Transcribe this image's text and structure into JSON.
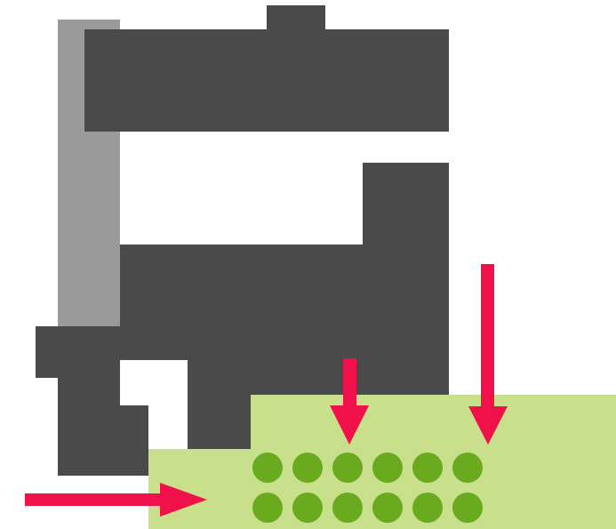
{
  "diagram": {
    "colors": {
      "background": "#ffffff",
      "machine_body": "#4a4a4a",
      "support_column": "#9a9a9a",
      "material_block": "#c8df8b",
      "particle": "#6aaa1e",
      "arrow": "#f0104a"
    },
    "particle_grid": {
      "rows": 2,
      "columns": 6
    },
    "arrows": [
      {
        "name": "horizontal-feed-arrow",
        "direction": "right"
      },
      {
        "name": "short-down-arrow",
        "direction": "down"
      },
      {
        "name": "long-down-arrow",
        "direction": "down"
      }
    ]
  }
}
